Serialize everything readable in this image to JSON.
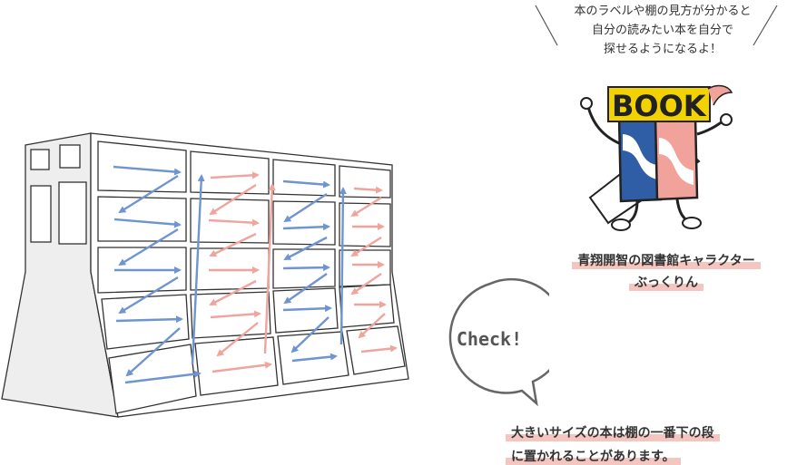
{
  "speech": {
    "line1": "本のラベルや棚の見方が分かると",
    "line2": "自分の読みたい本を自分で",
    "line3": "探せるようになるよ！"
  },
  "mascot": {
    "logo_text": "BOOK",
    "caption_line1": "青翔開智の図書館キャラクター",
    "caption_line2": "ぶっくりん"
  },
  "check": {
    "label": "Check!",
    "note_line1": "大きいサイズの本は棚の一番下の段",
    "note_line2": "に置かれることがあります。"
  },
  "colors": {
    "arrow_blue": "#6f95d0",
    "arrow_pink": "#f0a49e",
    "highlight": "#f5c6c0",
    "outline": "#333333",
    "building_fill": "#eeeeee"
  }
}
